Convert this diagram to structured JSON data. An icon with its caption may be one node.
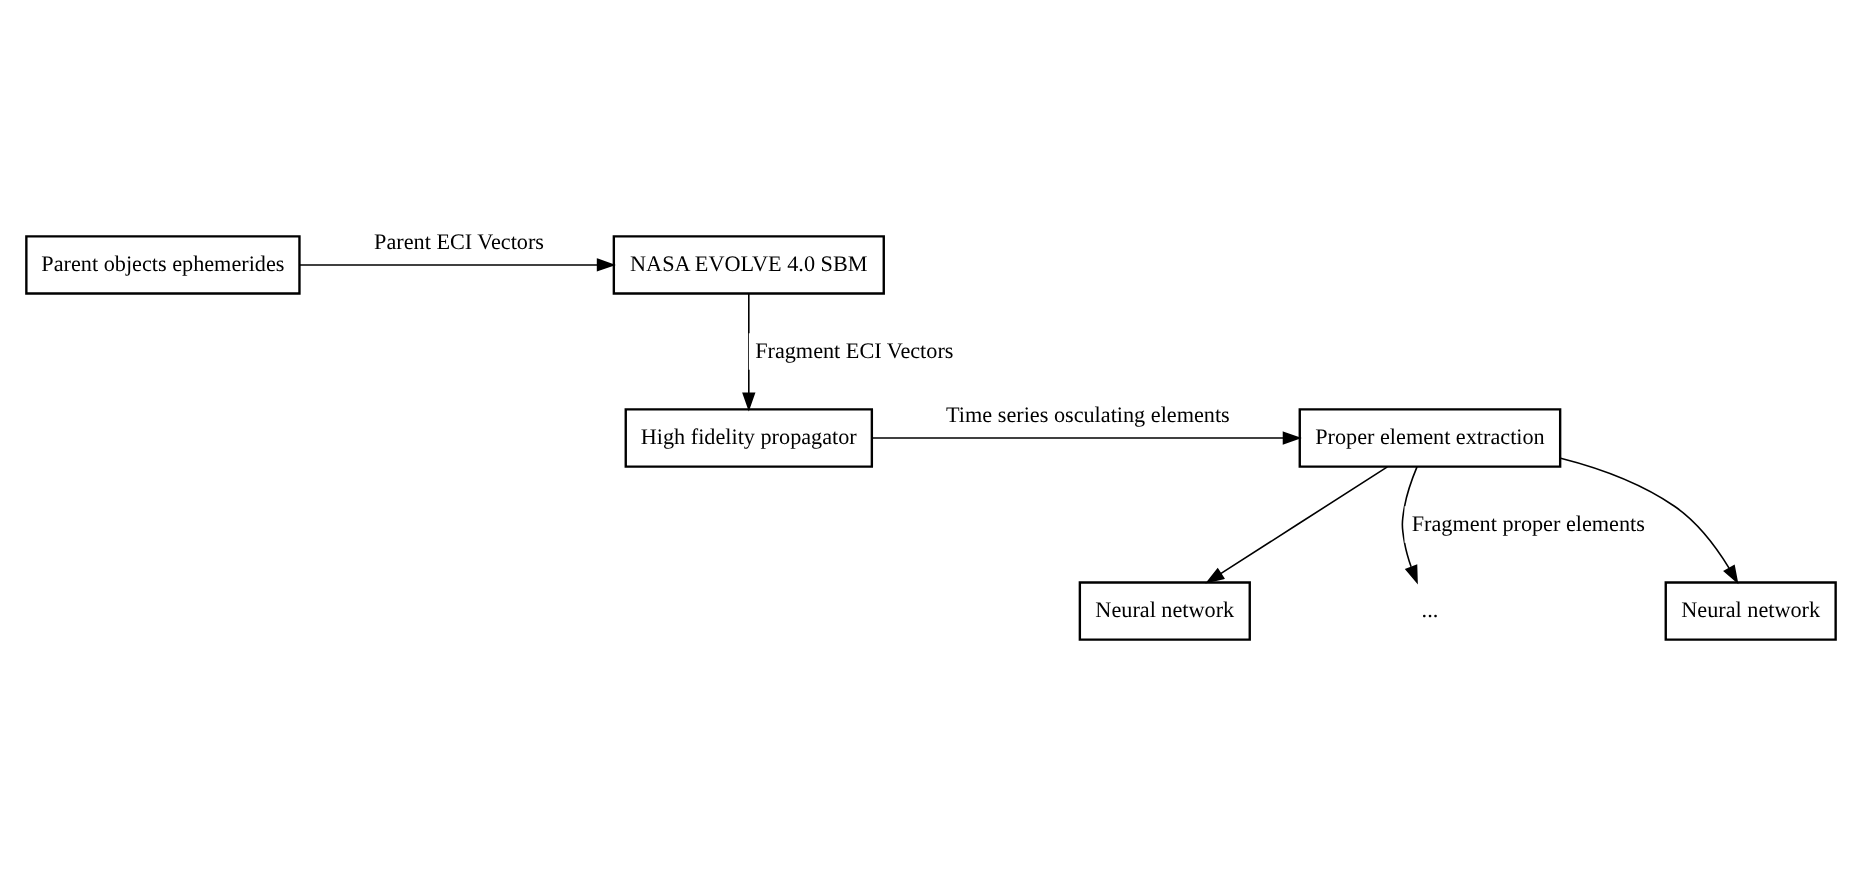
{
  "diagram": {
    "nodes": [
      {
        "text": [
          "Parent objects ephemerides"
        ]
      },
      {
        "text": [
          "NASA EVOLVE 4.0 SBM"
        ]
      },
      {
        "text": [
          "High fidelity propagator"
        ]
      },
      {
        "text": [
          "Proper element extraction"
        ]
      },
      {
        "text": [
          "Neural network"
        ]
      },
      {
        "text": [
          "..."
        ]
      },
      {
        "text": [
          "Neural network"
        ]
      }
    ],
    "edges": [
      {
        "from": 0,
        "to": 1,
        "arrow": "to",
        "label": "Parent ECI Vectors"
      },
      {
        "from": 1,
        "to": 2,
        "arrow": "to",
        "label": "Fragment ECI Vectors"
      },
      {
        "from": 2,
        "to": 3,
        "arrow": "to",
        "label": "Time series osculating elements"
      },
      {
        "from": 3,
        "to": 4,
        "arrow": "to"
      },
      {
        "from": 3,
        "to": 5,
        "arrow": "to",
        "label": "Fragment proper elements"
      },
      {
        "from": 3,
        "to": 6,
        "arrow": "to"
      }
    ]
  }
}
